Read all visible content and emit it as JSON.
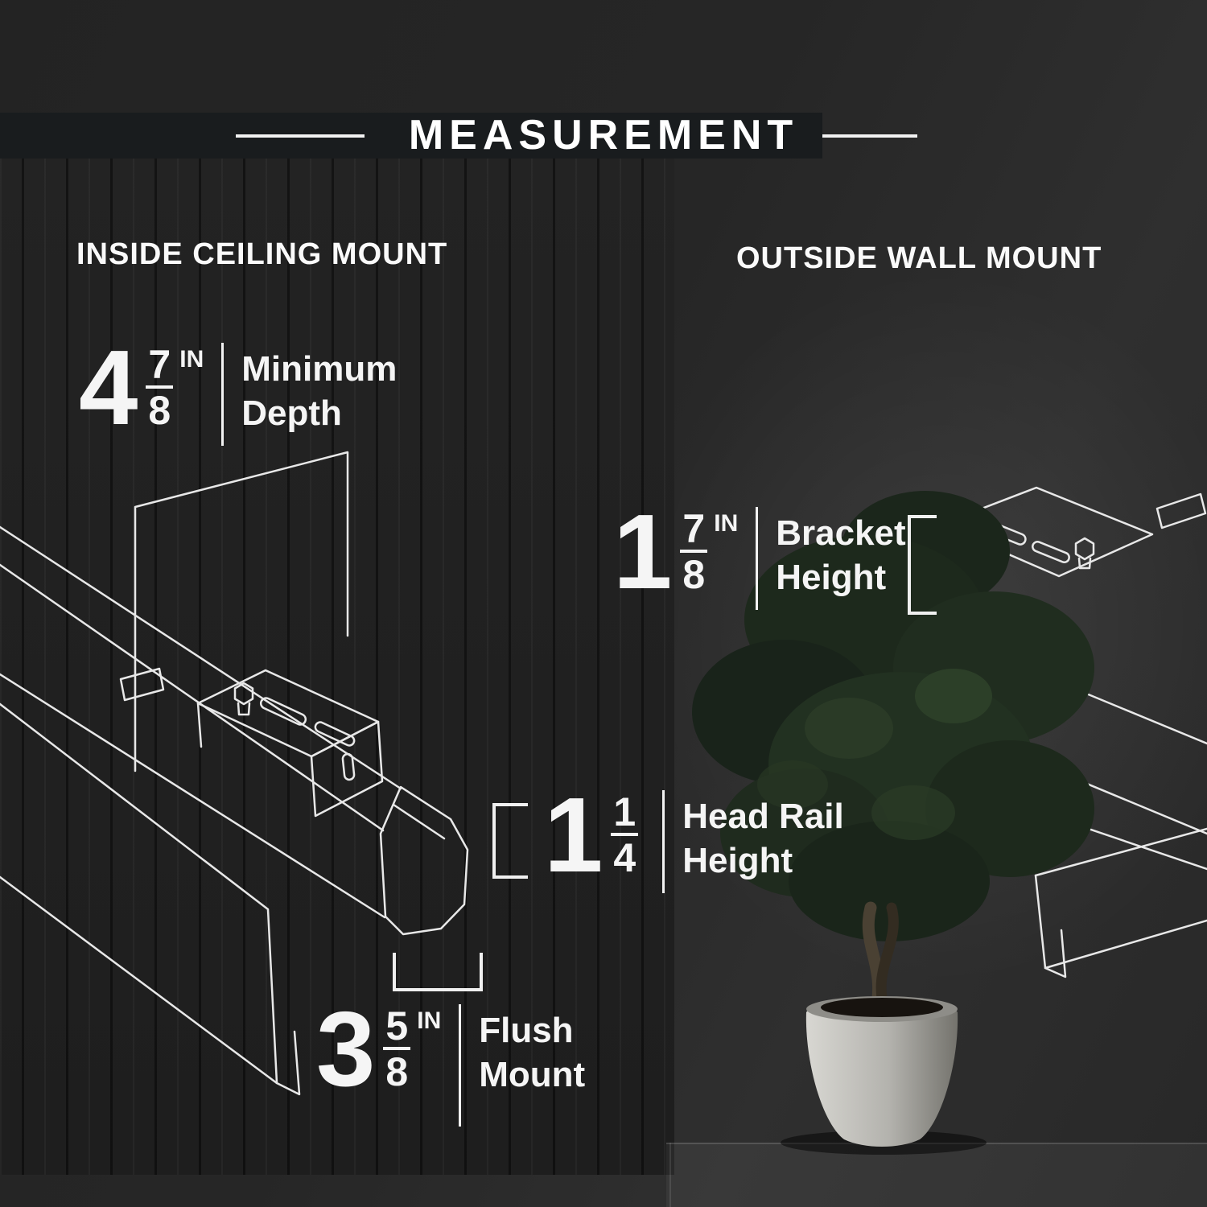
{
  "title": "MEASUREMENT",
  "sections": {
    "left_heading": "INSIDE CEILING MOUNT",
    "right_heading": "OUTSIDE WALL MOUNT"
  },
  "measurements": {
    "minimum_depth": {
      "whole": "4",
      "numerator": "7",
      "denominator": "8",
      "unit": "IN",
      "label_line1": "Minimum",
      "label_line2": "Depth"
    },
    "bracket_height": {
      "whole": "1",
      "numerator": "7",
      "denominator": "8",
      "unit": "IN",
      "label_line1": "Bracket",
      "label_line2": "Height"
    },
    "head_rail_height": {
      "whole": "1",
      "numerator": "1",
      "denominator": "4",
      "unit": "",
      "label_line1": "Head Rail",
      "label_line2": "Height"
    },
    "flush_mount": {
      "whole": "3",
      "numerator": "5",
      "denominator": "8",
      "unit": "IN",
      "label_line1": "Flush",
      "label_line2": "Mount"
    }
  },
  "colors": {
    "background": "#262626",
    "title_band": "#191c1e",
    "text": "#f5f5f5",
    "line_art": "#e8e8e8",
    "foliage": "#223121",
    "pot": "#b3b2ad"
  }
}
